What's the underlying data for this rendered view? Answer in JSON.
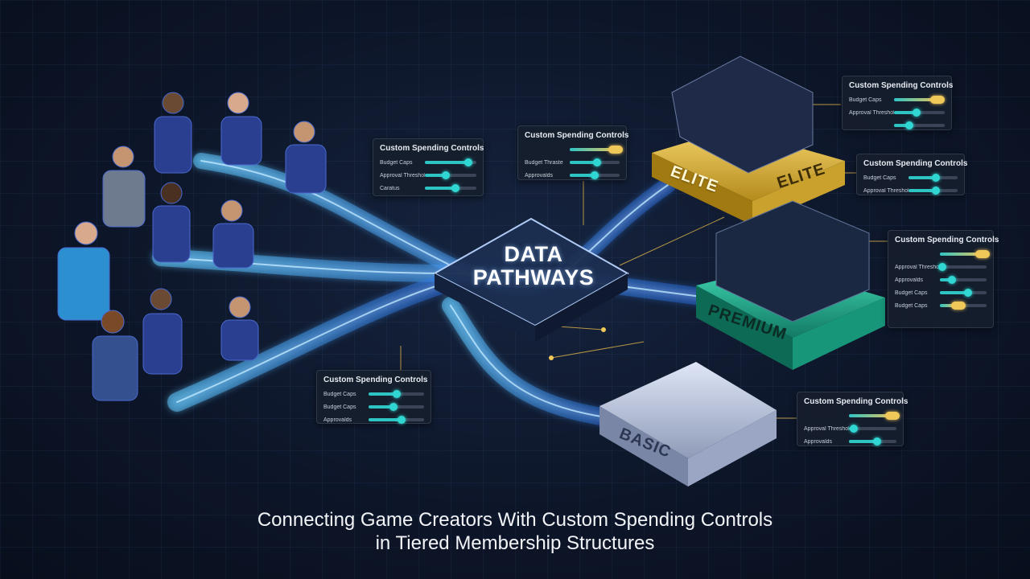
{
  "hub": {
    "line1": "DATA",
    "line2": "PATHWAYS"
  },
  "tiers": {
    "elite": {
      "label_left": "ELITE",
      "label_right": "ELITE"
    },
    "premium": {
      "label": "PREMIUM"
    },
    "basic": {
      "label": "BASIC"
    }
  },
  "panels": {
    "left_top": {
      "title": "Custom Spending Controls",
      "rows": [
        {
          "label": "Budget Caps",
          "level": 0.85,
          "style": "knob"
        },
        {
          "label": "Approval Thresholds",
          "level": 0.4,
          "style": "knob"
        },
        {
          "label": "Caratus",
          "level": 0.6,
          "style": "knob"
        }
      ]
    },
    "center_top": {
      "title": "Custom Spending Controls",
      "rows": [
        {
          "label": "",
          "level": 0.92,
          "style": "pill"
        },
        {
          "label": "Budget Thraste",
          "level": 0.55,
          "style": "knob"
        },
        {
          "label": "Approvalds",
          "level": 0.5,
          "style": "knob"
        }
      ]
    },
    "left_bottom": {
      "title": "Custom Spending Controls",
      "rows": [
        {
          "label": "Budget Caps",
          "level": 0.5,
          "style": "knob"
        },
        {
          "label": "Budget Caps",
          "level": 0.45,
          "style": "knob"
        },
        {
          "label": "Approvalds",
          "level": 0.6,
          "style": "knob"
        }
      ]
    },
    "elite_top": {
      "title": "Custom Spending Controls",
      "rows": [
        {
          "label": "Budget Caps",
          "level": 0.85,
          "style": "pill"
        },
        {
          "label": "Approval Thresholds",
          "level": 0.45,
          "style": "knob"
        },
        {
          "label": "",
          "level": 0.3,
          "style": "knob"
        }
      ]
    },
    "elite_right": {
      "title": "Custom Spending Controls",
      "rows": [
        {
          "label": "Budget Caps",
          "level": 0.55,
          "style": "knob"
        },
        {
          "label": "Approval Thresholds",
          "level": 0.55,
          "style": "knob"
        }
      ]
    },
    "premium_right": {
      "title": "Custom Spending Controls",
      "rows": [
        {
          "label": "",
          "level": 0.92,
          "style": "pill"
        },
        {
          "label": "Approval Thresholds",
          "level": 0.05,
          "style": "knob"
        },
        {
          "label": "Approvalds",
          "level": 0.25,
          "style": "knob"
        },
        {
          "label": "Budget Caps",
          "level": 0.6,
          "style": "knob"
        },
        {
          "label": "Budget Caps",
          "level": 0.4,
          "style": "pill"
        }
      ]
    },
    "basic_right": {
      "title": "Custom Spending Controls",
      "rows": [
        {
          "label": "",
          "level": 0.92,
          "style": "pill"
        },
        {
          "label": "Approval Thresholds",
          "level": 0.1,
          "style": "knob"
        },
        {
          "label": "Approvalds",
          "level": 0.6,
          "style": "knob"
        }
      ]
    }
  },
  "caption": {
    "line1": "Connecting Game Creators With Custom Spending Controls",
    "line2": "in Tiered Membership Structures"
  },
  "colors": {
    "accent": "#30d6d1",
    "gold": "#f0c85a",
    "elite": "#d9b23a",
    "premium": "#1fa58a",
    "basic": "#aeb8d2",
    "stream": "#3aa0ff"
  }
}
